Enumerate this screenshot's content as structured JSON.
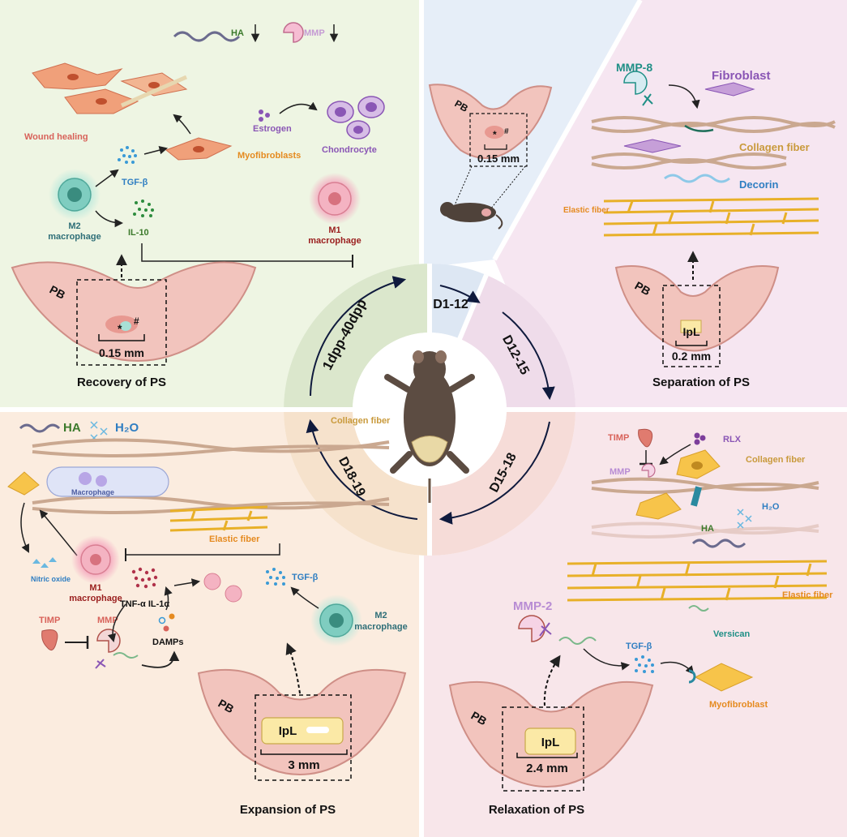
{
  "quadrants": {
    "top_left": {
      "title": "Recovery of PS",
      "labels": {
        "ha": "HA",
        "mmp": "MMP",
        "wound_healing": "Wound healing",
        "estrogen": "Estrogen",
        "chondrocyte": "Chondrocyte",
        "myofibroblasts": "Myofibroblasts",
        "tgfb": "TGF-β",
        "il10": "IL-10",
        "m2_line1": "M2",
        "m2_line2": "macrophage",
        "m1_line1": "M1",
        "m1_line2": "macrophage",
        "pb": "PB",
        "scale": "0.15 mm",
        "star": "*",
        "hash": "#"
      }
    },
    "top_middle": {
      "labels": {
        "pb": "PB",
        "scale": "0.15 mm",
        "star": "*",
        "hash": "#"
      }
    },
    "top_right": {
      "title": "Separation of PS",
      "labels": {
        "mmp8": "MMP-8",
        "fibroblast": "Fibroblast",
        "collagen_fiber": "Collagen fiber",
        "decorin": "Decorin",
        "elastic_fiber": "Elastic fiber",
        "pb": "PB",
        "ipl": "IpL",
        "scale": "0.2 mm"
      }
    },
    "bottom_left": {
      "title": "Expansion of PS",
      "labels": {
        "ha": "HA",
        "h2o": "H₂O",
        "collagen_fiber": "Collagen fiber",
        "macrophage": "Macrophage",
        "elastic_fiber": "Elastic fiber",
        "nitric_oxide": "Nitric oxide",
        "m1_line1": "M1",
        "m1_line2": "macrophage",
        "tnf": "TNF-α IL-1α",
        "tgfb": "TGF-β",
        "m2_line1": "M2",
        "m2_line2": "macrophage",
        "timp": "TIMP",
        "mmp": "MMP",
        "damps": "DAMPs",
        "pb": "PB",
        "ipl": "IpL",
        "scale": "3 mm"
      }
    },
    "bottom_right": {
      "title": "Relaxation of PS",
      "labels": {
        "timp": "TIMP",
        "rlx": "RLX",
        "mmp": "MMP",
        "collagen_fiber": "Collagen fiber",
        "h2o": "H₂O",
        "ha": "HA",
        "elastic_fiber": "Elastic fiber",
        "mmp2": "MMP-2",
        "versican": "Versican",
        "tgfb": "TGF-β",
        "myofibroblast": "Myofibroblast",
        "pb": "PB",
        "ipl": "IpL",
        "scale": "2.4 mm"
      }
    }
  },
  "ring": {
    "segments": [
      "1dpp-40dpp",
      "D1-12",
      "D12-15",
      "D15-18",
      "D18-19"
    ]
  },
  "colors": {
    "bg_recovery": "#eef5e3",
    "bg_d1": "#e6eef8",
    "bg_separation": "#f6e6f1",
    "bg_expansion": "#fbecdf",
    "bg_relaxation": "#f8e6ea",
    "bone": "#f2c4bd",
    "bone_edge": "#cf8f87",
    "ligament": "#fbe9a6",
    "label_red": "#d8625a",
    "label_orange": "#e58a1f",
    "label_purple": "#8a56b5",
    "label_teal": "#1f8f86",
    "label_blue": "#2f7ec2",
    "label_darkred": "#9a1e1e",
    "label_green": "#3c7a2c"
  }
}
